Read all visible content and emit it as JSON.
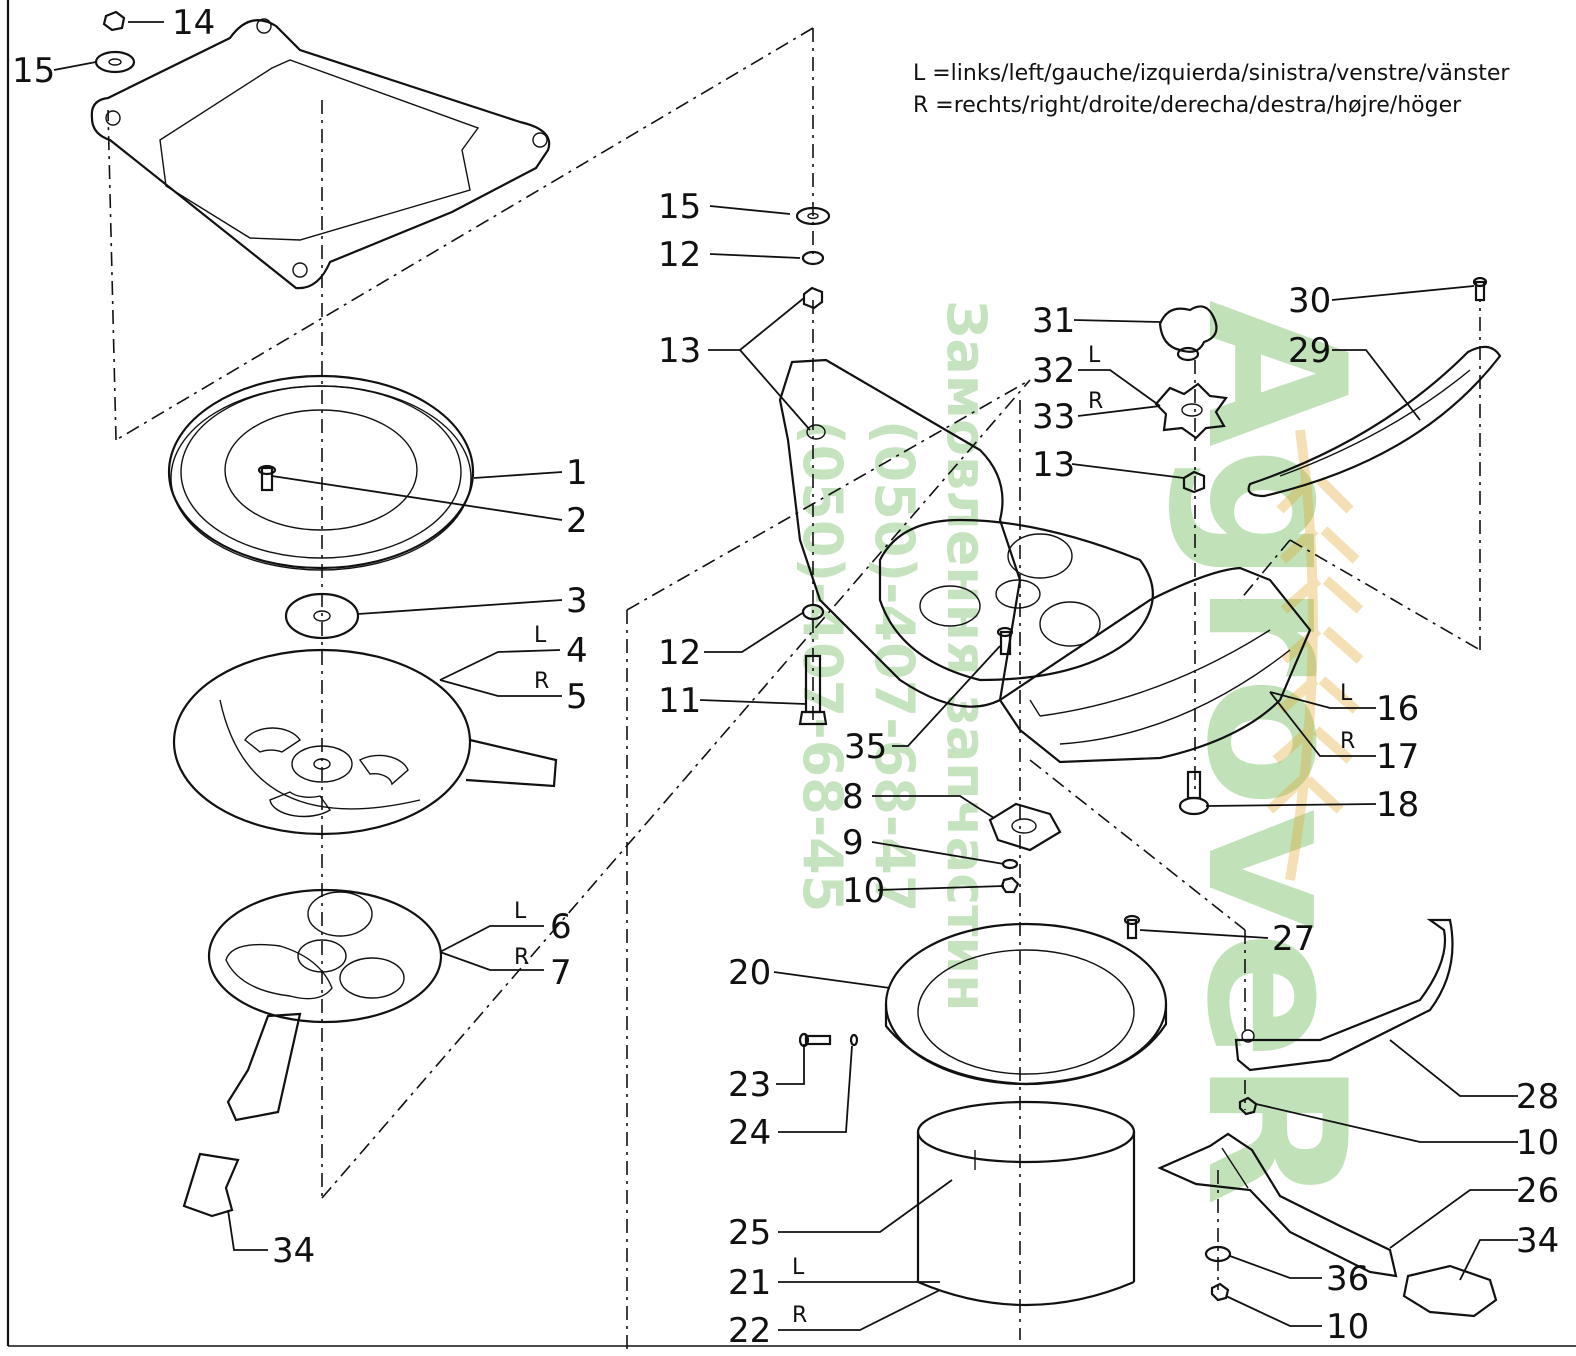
{
  "legend": {
    "l_line": "L =links/left/gauche/izquierda/sinistra/venstre/vänster",
    "r_line": "R =rechts/right/droite/derecha/destra/højre/höger"
  },
  "watermark": {
    "logo_text": "AgroveR",
    "phone_1": "Замовлення запчастин",
    "phone_2": "(050)-407-68-47",
    "phone_3": "(050)-407-68-45",
    "color": "#5fb24a"
  },
  "callouts": {
    "n1": "1",
    "n2": "2",
    "n3": "3",
    "n4": "4",
    "n5": "5",
    "n6": "6",
    "n7": "7",
    "n8": "8",
    "n9": "9",
    "n10a": "10",
    "n10b": "10",
    "n10c": "10",
    "n11": "11",
    "n12a": "12",
    "n12b": "12",
    "n13a": "13",
    "n13b": "13",
    "n14": "14",
    "n15a": "15",
    "n15b": "15",
    "n16": "16",
    "n17": "17",
    "n18": "18",
    "n20": "20",
    "n21": "21",
    "n22": "22",
    "n23": "23",
    "n24": "24",
    "n25": "25",
    "n26": "26",
    "n27": "27",
    "n28": "28",
    "n29": "29",
    "n30": "30",
    "n31": "31",
    "n32": "32",
    "n33": "33",
    "n34a": "34",
    "n34b": "34",
    "n35": "35",
    "n36": "36"
  },
  "side_labels": {
    "l4": "L",
    "r5": "R",
    "l6": "L",
    "r7": "R",
    "l16": "L",
    "r17": "R",
    "l21": "L",
    "r22": "R",
    "l32": "L",
    "r33": "R"
  }
}
